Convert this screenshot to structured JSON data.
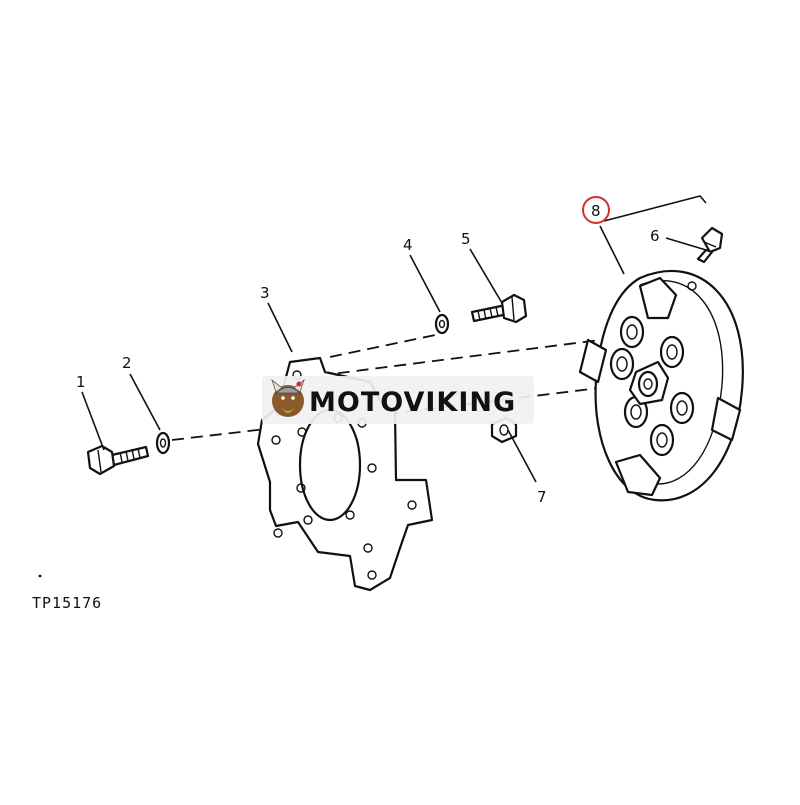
{
  "callouts": {
    "c1": "1",
    "c2": "2",
    "c3": "3",
    "c4": "4",
    "c5": "5",
    "c6": "6",
    "c7": "7",
    "c8": "8"
  },
  "reference_code": "TP15176",
  "watermark": {
    "text": "MOTOVIKING",
    "logo_icon": "viking-mascot-icon"
  },
  "colors": {
    "line": "#111111",
    "highlight_circle": "#d03030",
    "watermark_bg": "#f1f1f1"
  }
}
